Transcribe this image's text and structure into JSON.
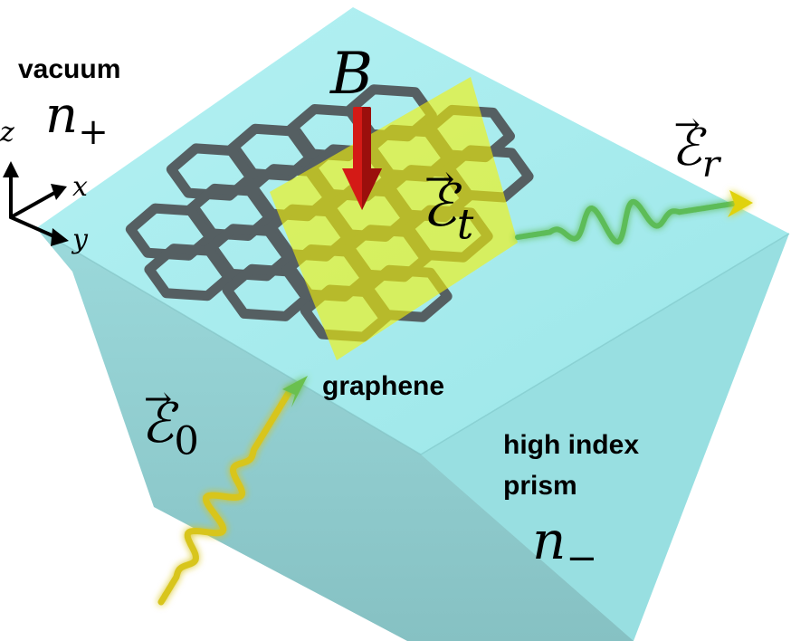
{
  "labels": {
    "vacuum": "vacuum",
    "n_plus": {
      "base": "n",
      "sub": "+"
    },
    "B": "B",
    "E_t": {
      "base": "ℰ",
      "sub": "t"
    },
    "E_r": {
      "base": "ℰ",
      "sub": "r"
    },
    "E_0": {
      "base": "ℰ",
      "sub": "0"
    },
    "graphene": "graphene",
    "high_index": "high index",
    "prism": "prism",
    "n_minus": {
      "base": "n",
      "sub": "−"
    },
    "axis_z": "z",
    "axis_x": "x",
    "axis_y": "y"
  },
  "colors": {
    "prism_top": "#a6ecee",
    "prism_side_left": "#8fcfd1",
    "prism_side_right": "#97dcde",
    "hex_lattice": "#555f62",
    "beam": "#f4f20a",
    "field_arrow": "#e5e20c",
    "magnetic_arrow": "#d51b17",
    "wave_incident": "#d6c21c",
    "wave_reflected": "#55b648"
  },
  "icons": [
    "red-down-arrow-icon",
    "axis-triad-icon"
  ]
}
